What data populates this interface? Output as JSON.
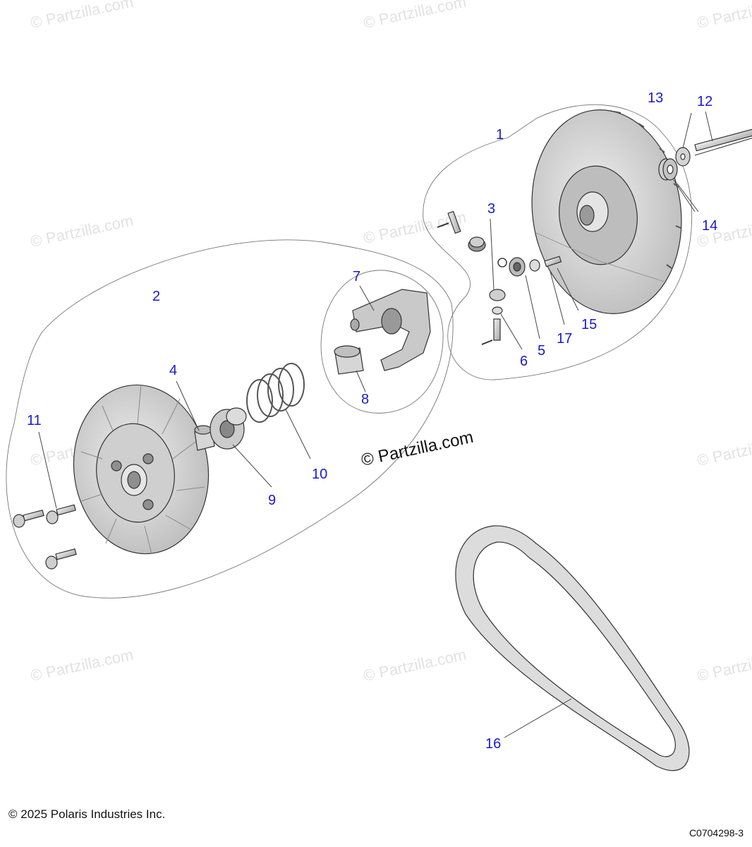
{
  "watermark": {
    "text": "© Partzilla.com",
    "center_text": "© Partzilla.com"
  },
  "callouts": [
    "1",
    "2",
    "3",
    "4",
    "5",
    "6",
    "7",
    "8",
    "9",
    "10",
    "11",
    "12",
    "13",
    "14",
    "15",
    "16",
    "17"
  ],
  "footer": {
    "copyright": "© 2025 Polaris Industries Inc.",
    "drawing_id": "C0704298-3"
  },
  "colors": {
    "callout": "#1a1acc",
    "part_fill": "#d9d9d9",
    "outline": "#777777"
  }
}
